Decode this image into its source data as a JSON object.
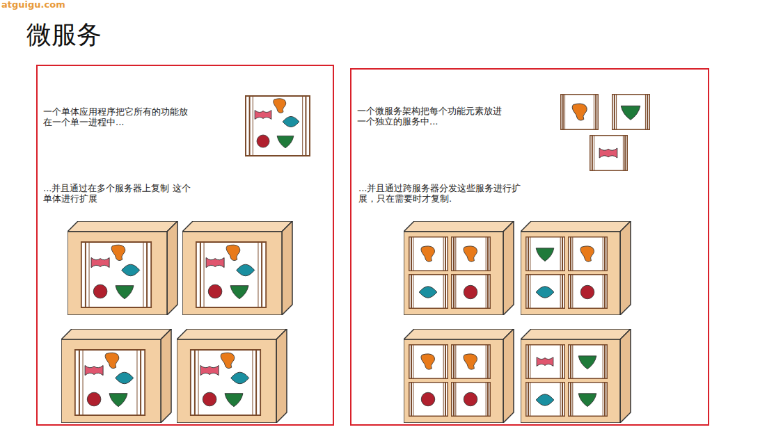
{
  "diagram": {
    "title": "微服务",
    "nodes": [
      {
        "text": [
          "一个单体应用程序把它所有的功能放 在一个单一进程中...",
          "...并且通过在多个服务器上复制 这个单体进行扩展"
        ]
      },
      {
        "text": [
          "一个微服务架构把每个功能元素放进 一个独立的服务中...",
          "...并且通过跨服务器分发这些服务进行扩 展，只在需要时才复制."
        ]
      }
    ],
    "labels": [
      "atguigu.com"
    ]
  }
}
